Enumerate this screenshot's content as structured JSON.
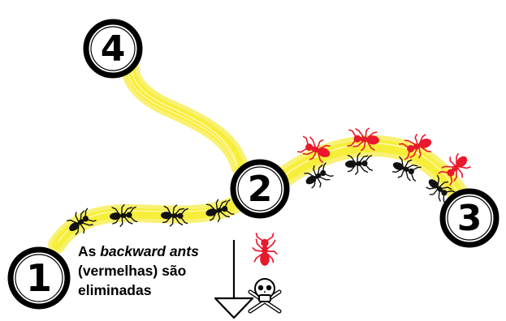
{
  "nodes": [
    {
      "id": "1",
      "label": "1"
    },
    {
      "id": "2",
      "label": "2"
    },
    {
      "id": "3",
      "label": "3"
    },
    {
      "id": "4",
      "label": "4"
    }
  ],
  "caption": {
    "prefix": "As ",
    "italic": "backward ants",
    "line2": "(vermelhas) são",
    "line3": "eliminadas"
  },
  "colors": {
    "path": "#f3e600",
    "forward_ant": "#111111",
    "backward_ant": "#e8192c",
    "node_ring": "#000000",
    "node_fill": "#ffffff"
  },
  "icons": [
    "arrow-down-icon",
    "red-ant-icon",
    "skull-and-crossbones-icon"
  ]
}
